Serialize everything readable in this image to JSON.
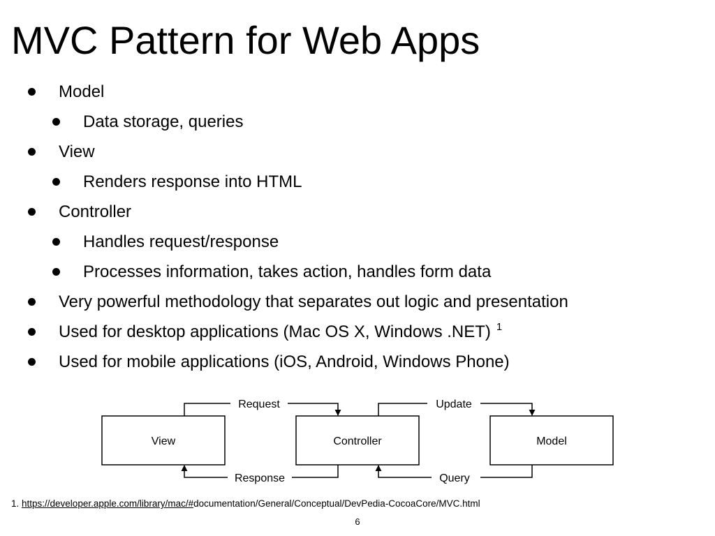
{
  "slide": {
    "title": "MVC Pattern for Web Apps",
    "bullets": [
      {
        "text": "Model",
        "level": 1
      },
      {
        "text": "Data storage, queries",
        "level": 2
      },
      {
        "text": "View",
        "level": 1
      },
      {
        "text": "Renders response into HTML",
        "level": 2
      },
      {
        "text": "Controller",
        "level": 1
      },
      {
        "text": "Handles request/response",
        "level": 2
      },
      {
        "text": "Processes information, takes action, handles form data",
        "level": 2
      },
      {
        "text": "Very powerful methodology that separates out logic and presentation",
        "level": 1
      },
      {
        "text": "Used for desktop applications (Mac OS X, Windows .NET)",
        "level": 1,
        "superscript": "1"
      },
      {
        "text": "Used for mobile applications (iOS, Android, Windows Phone)",
        "level": 1
      }
    ]
  },
  "diagram": {
    "boxes": {
      "view": "View",
      "controller": "Controller",
      "model": "Model"
    },
    "arrows": {
      "request": "Request",
      "update": "Update",
      "response": "Response",
      "query": "Query"
    }
  },
  "footnote": {
    "number": "1. ",
    "link": "https://developer.apple.com/library/mac/#",
    "rest": "documentation/General/Conceptual/DevPedia-CocoaCore/MVC.html"
  },
  "page_number": "6"
}
